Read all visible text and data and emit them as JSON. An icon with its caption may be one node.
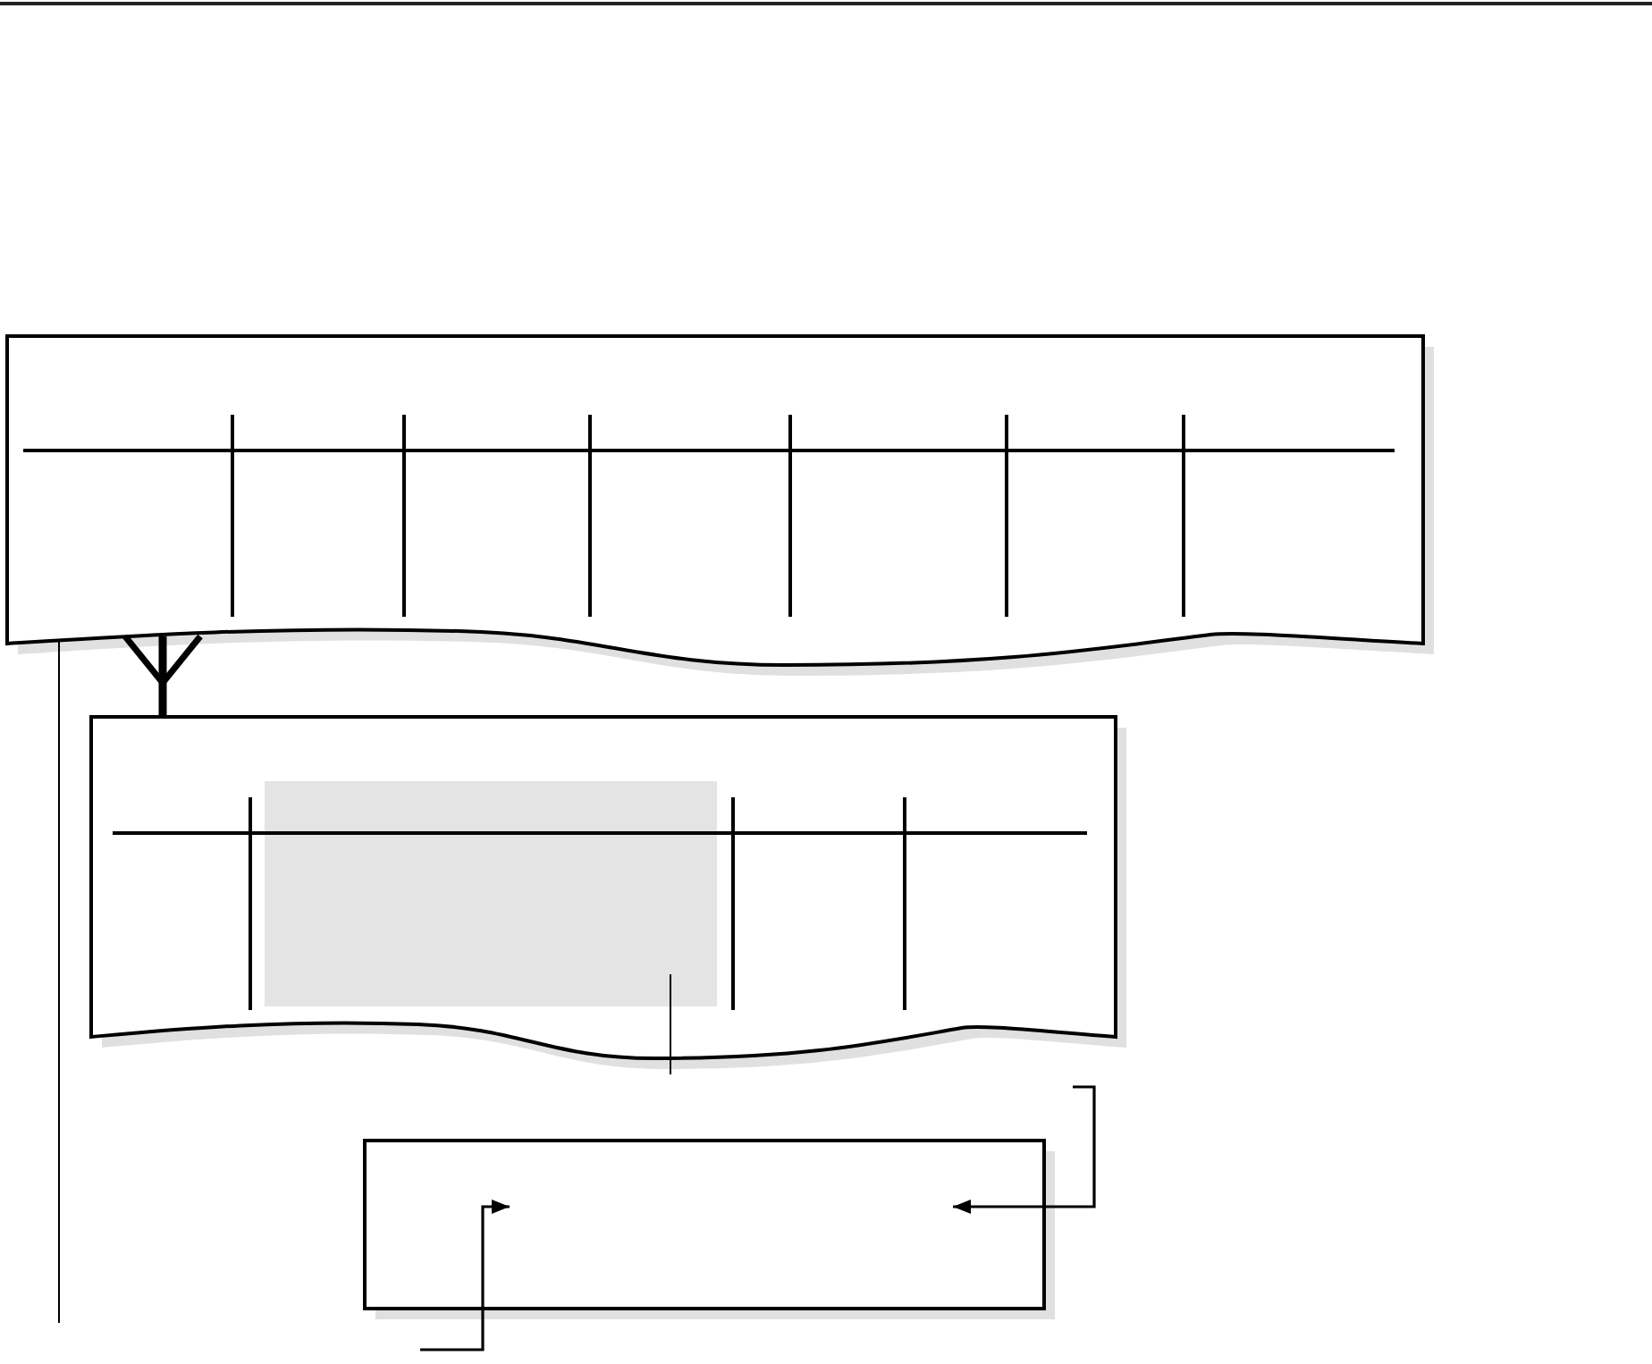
{
  "diagram": {
    "nodes": [
      {
        "text": [],
        "shape": "document"
      },
      {
        "text": [],
        "shape": "document"
      },
      {
        "text": [],
        "shape": "box",
        "in": 1
      },
      {
        "text": [],
        "shape": "box"
      }
    ],
    "edges": [
      {
        "from": 0,
        "to": 1,
        "arrow": "other",
        "style": "thick"
      },
      {
        "from": null,
        "to": 0,
        "arrow": "none"
      },
      {
        "from": null,
        "to": 2,
        "arrow": "none"
      },
      {
        "from": null,
        "to": 3,
        "arrow": "to"
      },
      {
        "from": null,
        "to": 3,
        "arrow": "to"
      }
    ]
  }
}
